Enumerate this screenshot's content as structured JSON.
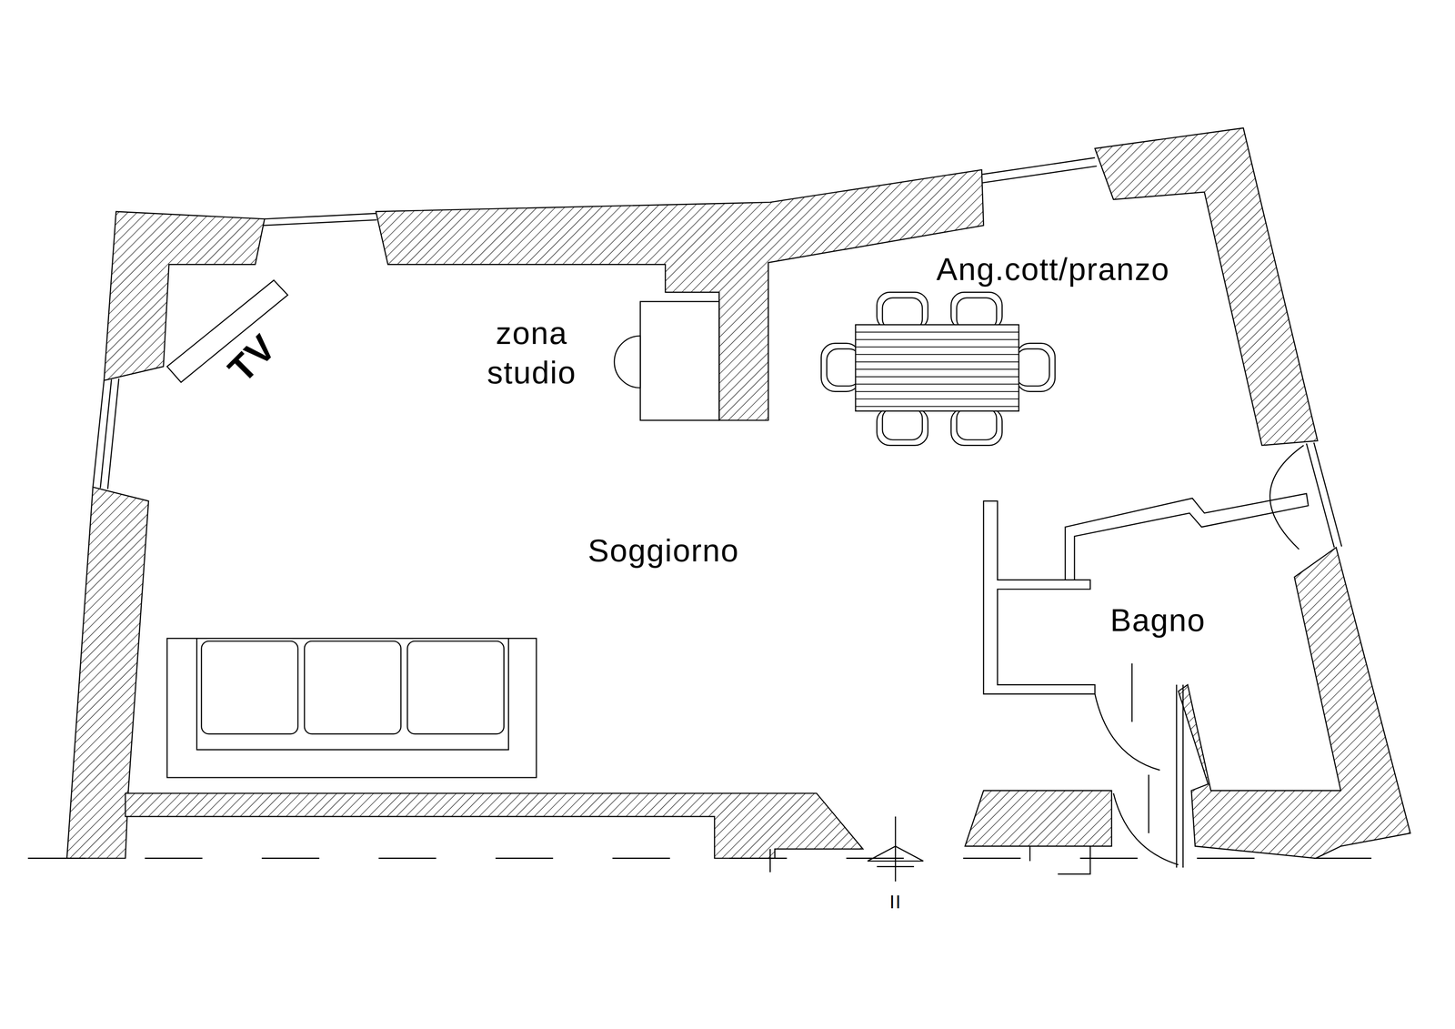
{
  "diagram": {
    "labels": [
      "Ang.cott/pranzo",
      "zona studio",
      "Soggiorno",
      "Bagno",
      "TV",
      "II"
    ]
  }
}
